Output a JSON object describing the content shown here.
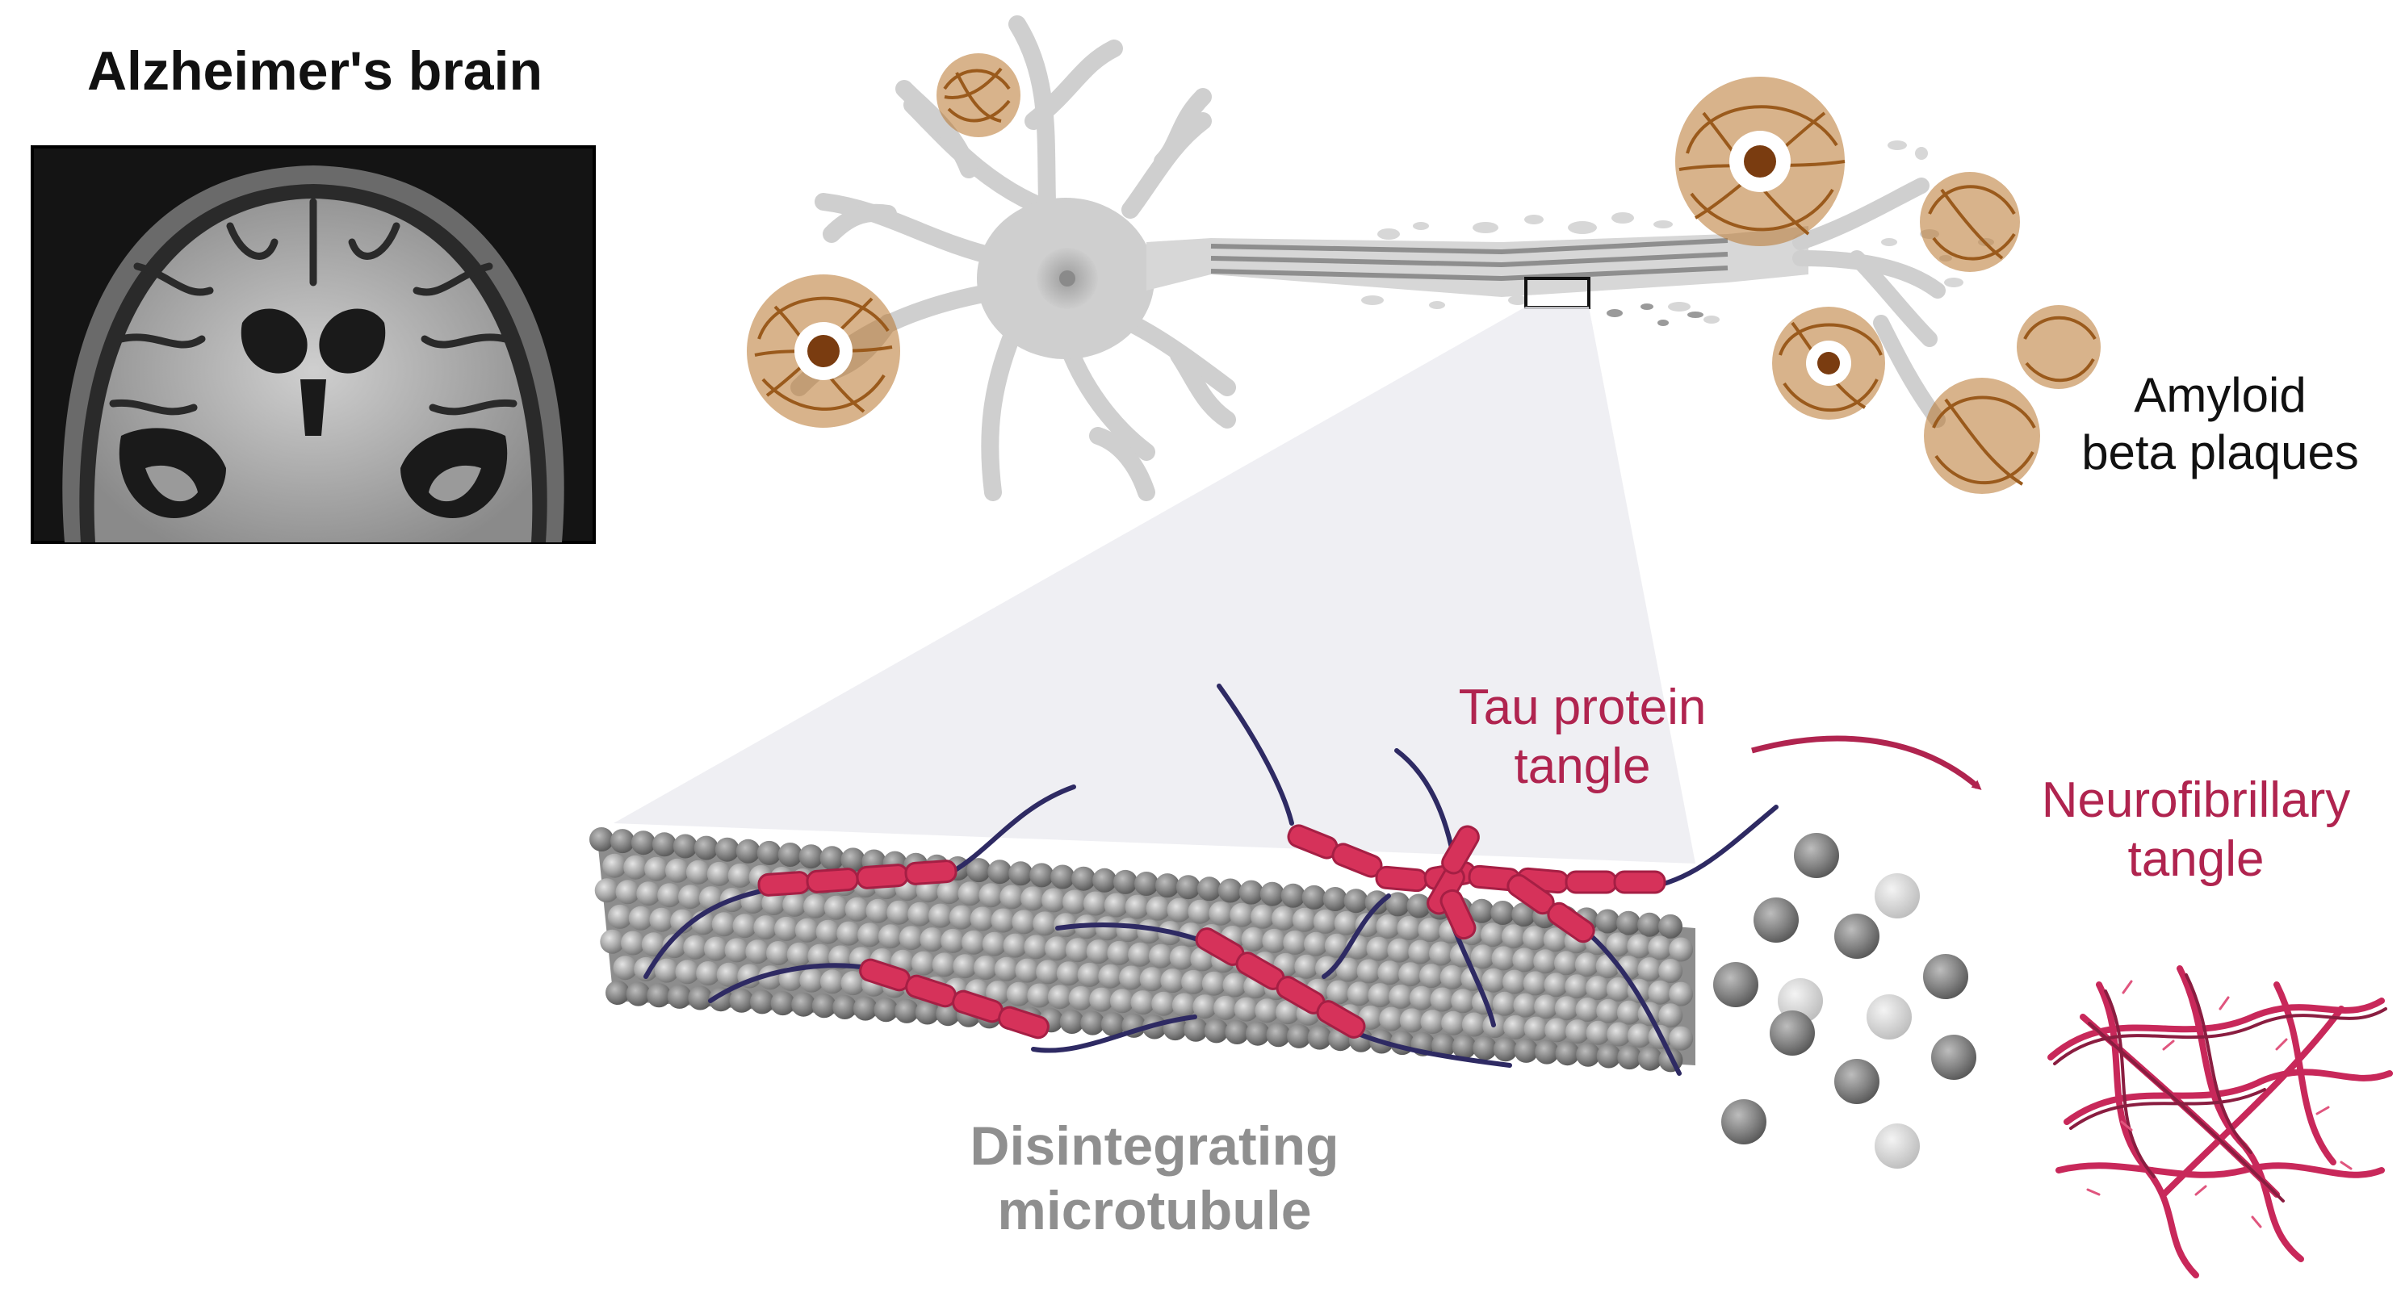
{
  "labels": {
    "brain_title": "Alzheimer's brain",
    "amyloid_line1": "Amyloid",
    "amyloid_line2": "beta plaques",
    "tau_line1": "Tau protein",
    "tau_line2": "tangle",
    "neuro_line1": "Neurofibrillary",
    "neuro_line2": "tangle",
    "micro_line1": "Disintegrating",
    "micro_line2": "microtubule"
  },
  "colors": {
    "tau_red": "#d6325a",
    "tangle_text": "#b0244f",
    "tangle_dark": "#8a1d40",
    "plaque_brown": "#b8742c",
    "plaque_core": "#7a3c10",
    "neuron_gray": "#cfcfcf",
    "tubulin_gray": "#9e9e9e",
    "strand_navy": "#2e2a63",
    "mri_bg": "#141414"
  }
}
